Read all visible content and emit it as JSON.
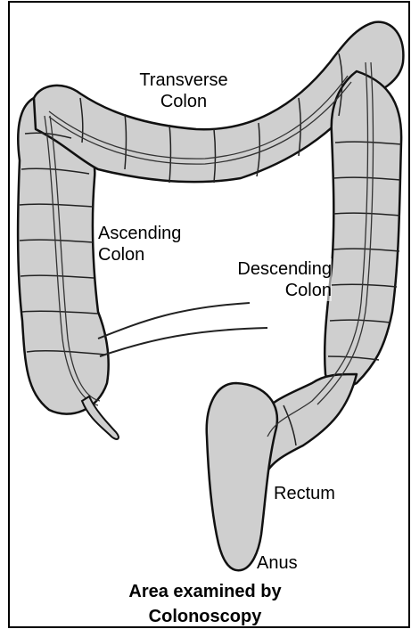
{
  "labels": {
    "transverse_line1": "Transverse",
    "transverse_line2": "Colon",
    "ascending_line1": "Ascending",
    "ascending_line2": "Colon",
    "descending_line1": "Descending",
    "descending_line2": "Colon",
    "rectum": "Rectum",
    "anus": "Anus"
  },
  "caption": {
    "line1": "Area examined by",
    "line2": "Colonoscopy"
  },
  "colors": {
    "organ_fill": "#cfcfcf",
    "outline": "#111111",
    "border": "#000000",
    "background": "#ffffff"
  }
}
